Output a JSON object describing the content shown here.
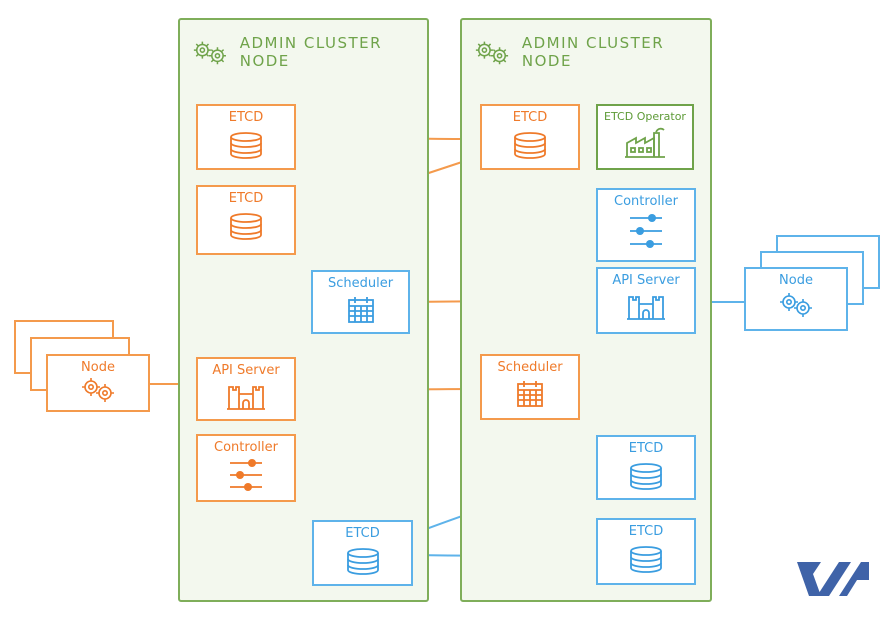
{
  "clusters": {
    "left_title": "ADMIN CLUSTER NODE",
    "right_title": "ADMIN CLUSTER NODE"
  },
  "components": {
    "etcd": "ETCD",
    "etcd_operator": "ETCD Operator",
    "controller": "Controller",
    "api_server": "API Server",
    "scheduler": "Scheduler",
    "node": "Node"
  },
  "colors": {
    "cluster_border": "#7fae5a",
    "cluster_fill": "#f3f8ee",
    "orange": "#f49a4c",
    "blue": "#5eb3ea",
    "green": "#6fa34a",
    "logo": "#3f63a8"
  },
  "icons": [
    "gears-icon",
    "database-icon",
    "factory-icon",
    "sliders-icon",
    "castle-icon",
    "calendar-icon",
    "ovh-logo"
  ]
}
